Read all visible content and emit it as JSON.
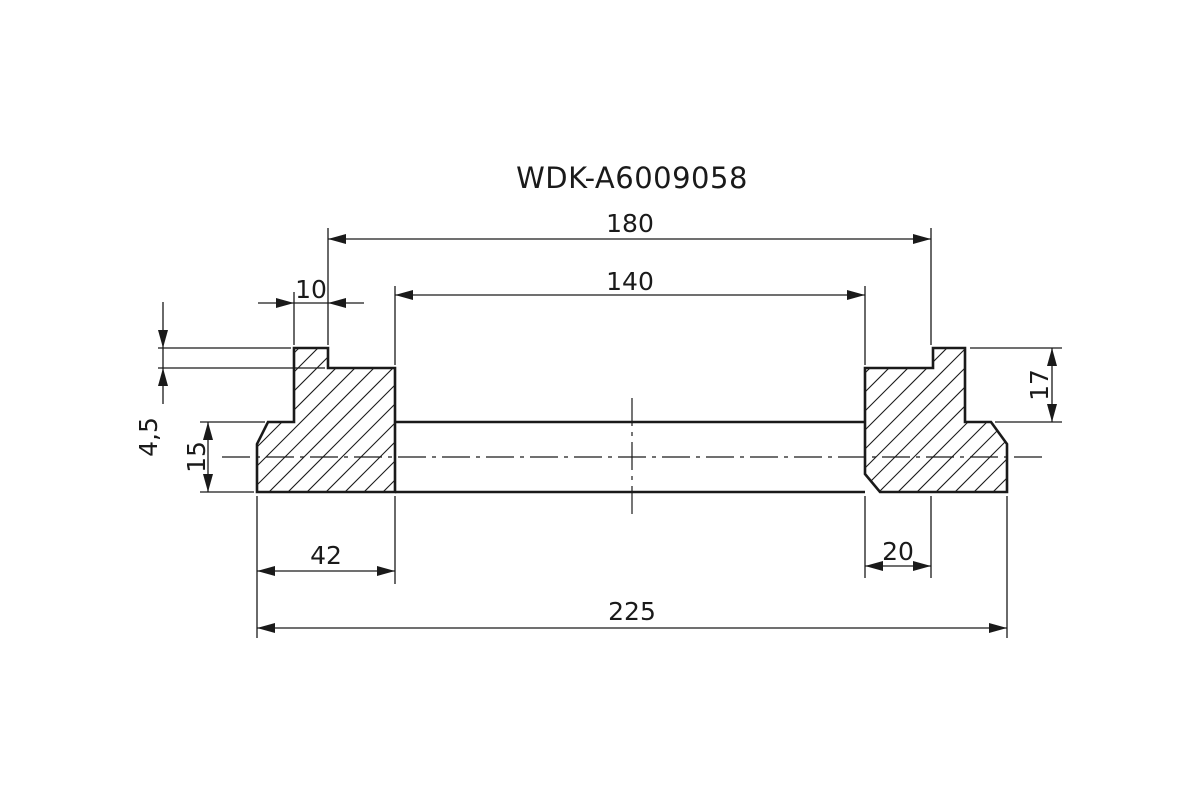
{
  "part_code": "WDK-A6009058",
  "dimensions": {
    "d180": "180",
    "d140": "140",
    "d10": "10",
    "d4_5": "4,5",
    "d15": "15",
    "d17": "17",
    "d42": "42",
    "d20": "20",
    "d225": "225"
  }
}
